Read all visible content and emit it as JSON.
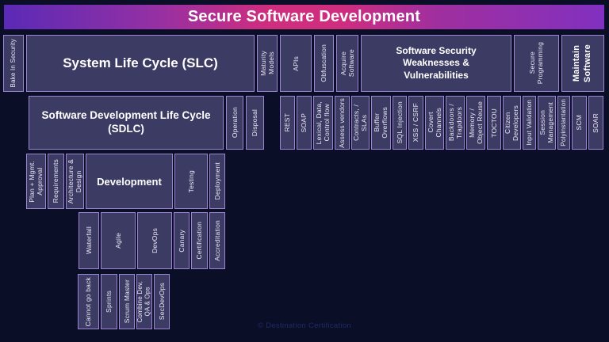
{
  "title": "Secure Software Development",
  "watermark": "© Destination Certification",
  "colors": {
    "background": "#0a0e26",
    "box_fill": "#3b3b63",
    "box_border": "#9c86d4",
    "title_gradient_left": "#5a2ab6",
    "title_gradient_center": "#cf2d7e",
    "title_gradient_right": "#8130c0",
    "text": "#ffffff",
    "watermark_text": "#1d2c66"
  },
  "row1": [
    "Bake In Security",
    "System Life Cycle (SLC)",
    "Maturity\nModels",
    "APIs",
    "Obfuscation",
    "Acquire\nSoftware",
    "Software Security\nWeaknesses &\nVulnerabilities",
    "Secure\nProgramming",
    "Maintain\nSoftware"
  ],
  "row2_left": [
    "Software Development Life Cycle\n(SDLC)",
    "Operation",
    "Disposal"
  ],
  "row2_right": [
    "REST",
    "SOAP",
    "Lexical, Data,\nControl flow",
    "Assess vendors",
    "Contracts, /\nSLAs",
    "Buffer\nOverflows",
    "SQL Injection",
    "XSS / CSRF",
    "Covert\nChannels",
    "Backdoors /\nTrapdoors",
    "Memory /\nObject Reuse",
    "TOCTOU",
    "Citizen\nDevelopers",
    "Input Validation",
    "Session\nManagement",
    "Polyinstantation",
    "SCM",
    "SOAR"
  ],
  "row3": [
    "Plan + Mgmt.\nApproval",
    "Requirements",
    "Architecture &\nDesign",
    "Development",
    "Testing",
    "Deployment"
  ],
  "row4": [
    "Waterfall",
    "Agile",
    "DevOps",
    "Canary",
    "Certification",
    "Accreditation"
  ],
  "row5": [
    "Cannot go back",
    "Sprints",
    "Scrum Master",
    "Combine Dev,\nQA & Ops",
    "SecDevOps"
  ]
}
